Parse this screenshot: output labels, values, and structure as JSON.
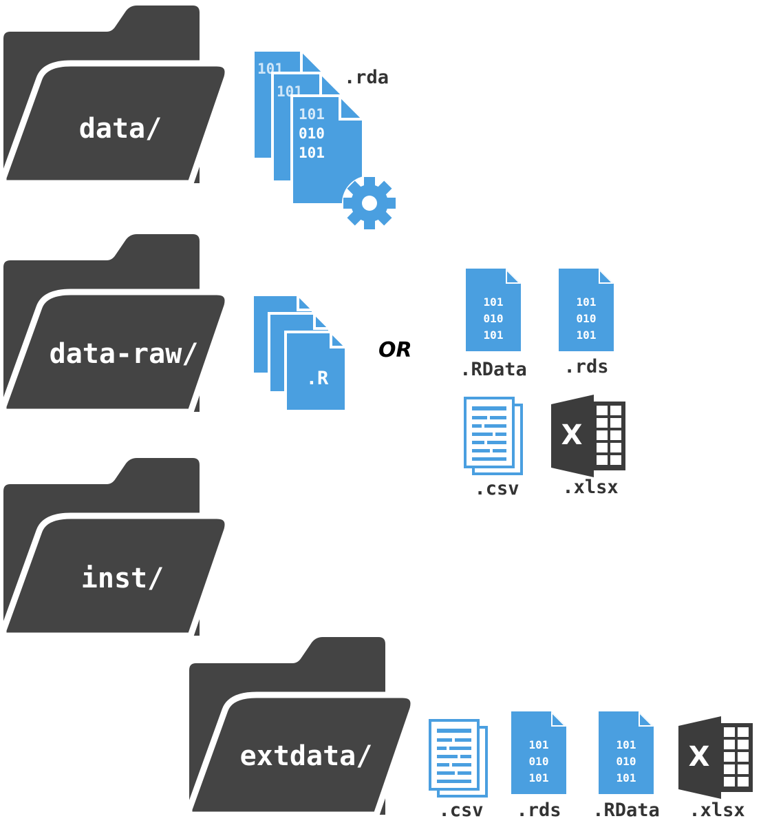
{
  "folders": {
    "data": "data/",
    "data_raw": "data-raw/",
    "inst": "inst/",
    "extdata": "extdata/"
  },
  "data_files": {
    "rda": ".rda"
  },
  "data_raw_files": {
    "r_script": ".R",
    "or": "OR",
    "rdata": ".RData",
    "rds": ".rds",
    "csv": ".csv",
    "xlsx": ".xlsx"
  },
  "extdata_files": {
    "csv": ".csv",
    "rds": ".rds",
    "rdata": ".RData",
    "xlsx": ".xlsx"
  },
  "binary_text": {
    "line1": "101",
    "line2": "010",
    "line3": "101"
  },
  "excel_letter": "X",
  "colors": {
    "folder": "#444444",
    "accent": "#4a9fe0",
    "excel": "#3c3c3c"
  }
}
